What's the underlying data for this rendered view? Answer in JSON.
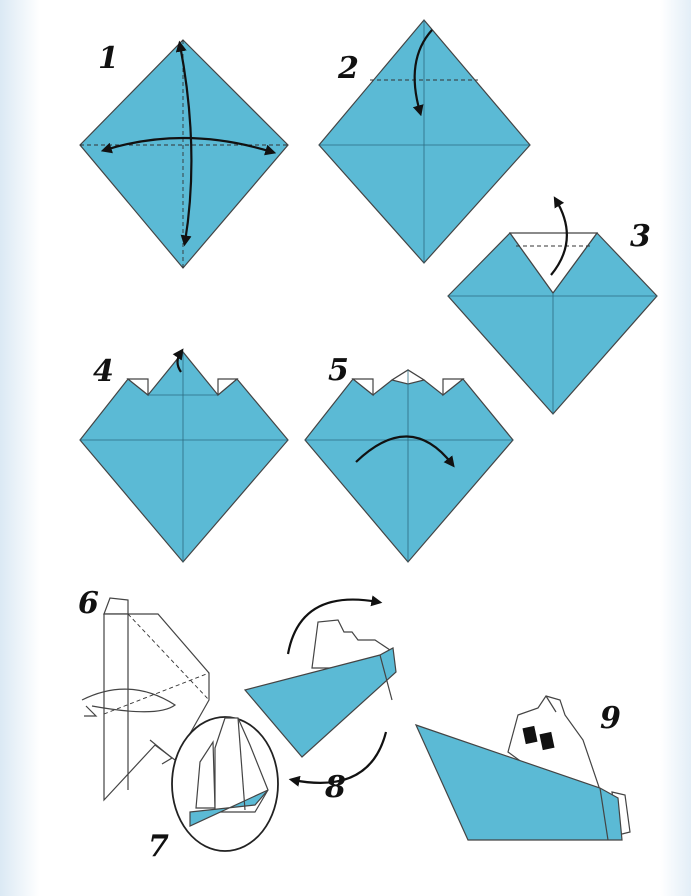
{
  "steps": [
    {
      "number": "1"
    },
    {
      "number": "2"
    },
    {
      "number": "3"
    },
    {
      "number": "4"
    },
    {
      "number": "5"
    },
    {
      "number": "6"
    },
    {
      "number": "7"
    },
    {
      "number": "8"
    },
    {
      "number": "9"
    }
  ],
  "colors": {
    "paper": "#5bbad5",
    "outline": "#444444",
    "arrow": "#111111",
    "window": "#111111"
  }
}
